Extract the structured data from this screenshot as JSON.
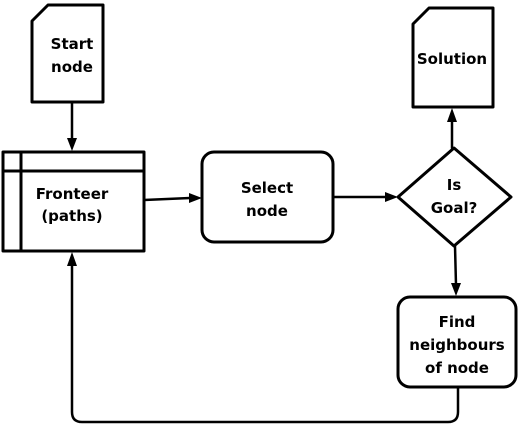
{
  "nodes": {
    "start": {
      "line1": "Start",
      "line2": "node"
    },
    "solution": {
      "line1": "Solution"
    },
    "fronteer": {
      "line1": "Fronteer",
      "line2": "(paths)"
    },
    "select": {
      "line1": "Select",
      "line2": "node"
    },
    "goal": {
      "line1": "Is",
      "line2": "Goal?"
    },
    "neighbours": {
      "line1": "Find",
      "line2": "neighbours",
      "line3": "of node"
    }
  },
  "colors": {
    "stroke": "#000000",
    "fill": "#ffffff"
  }
}
